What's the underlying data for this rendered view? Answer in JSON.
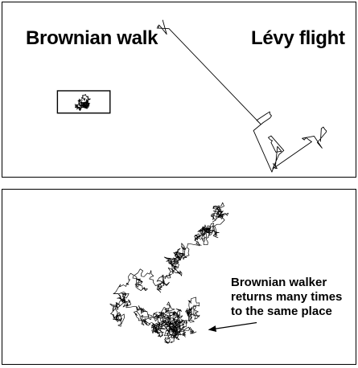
{
  "top_panel": {
    "brownian_label": "Brownian walk",
    "levy_label": "Lévy flight"
  },
  "bottom_panel": {
    "caption_lines": [
      "Brownian walker",
      "returns many times",
      "to the same place"
    ]
  },
  "colors": {
    "ink": "#000000",
    "background": "#ffffff"
  },
  "walks": {
    "brownian_inset_seed": 7,
    "levy_flight_seed": 33,
    "brownian_large_seed": 12
  }
}
